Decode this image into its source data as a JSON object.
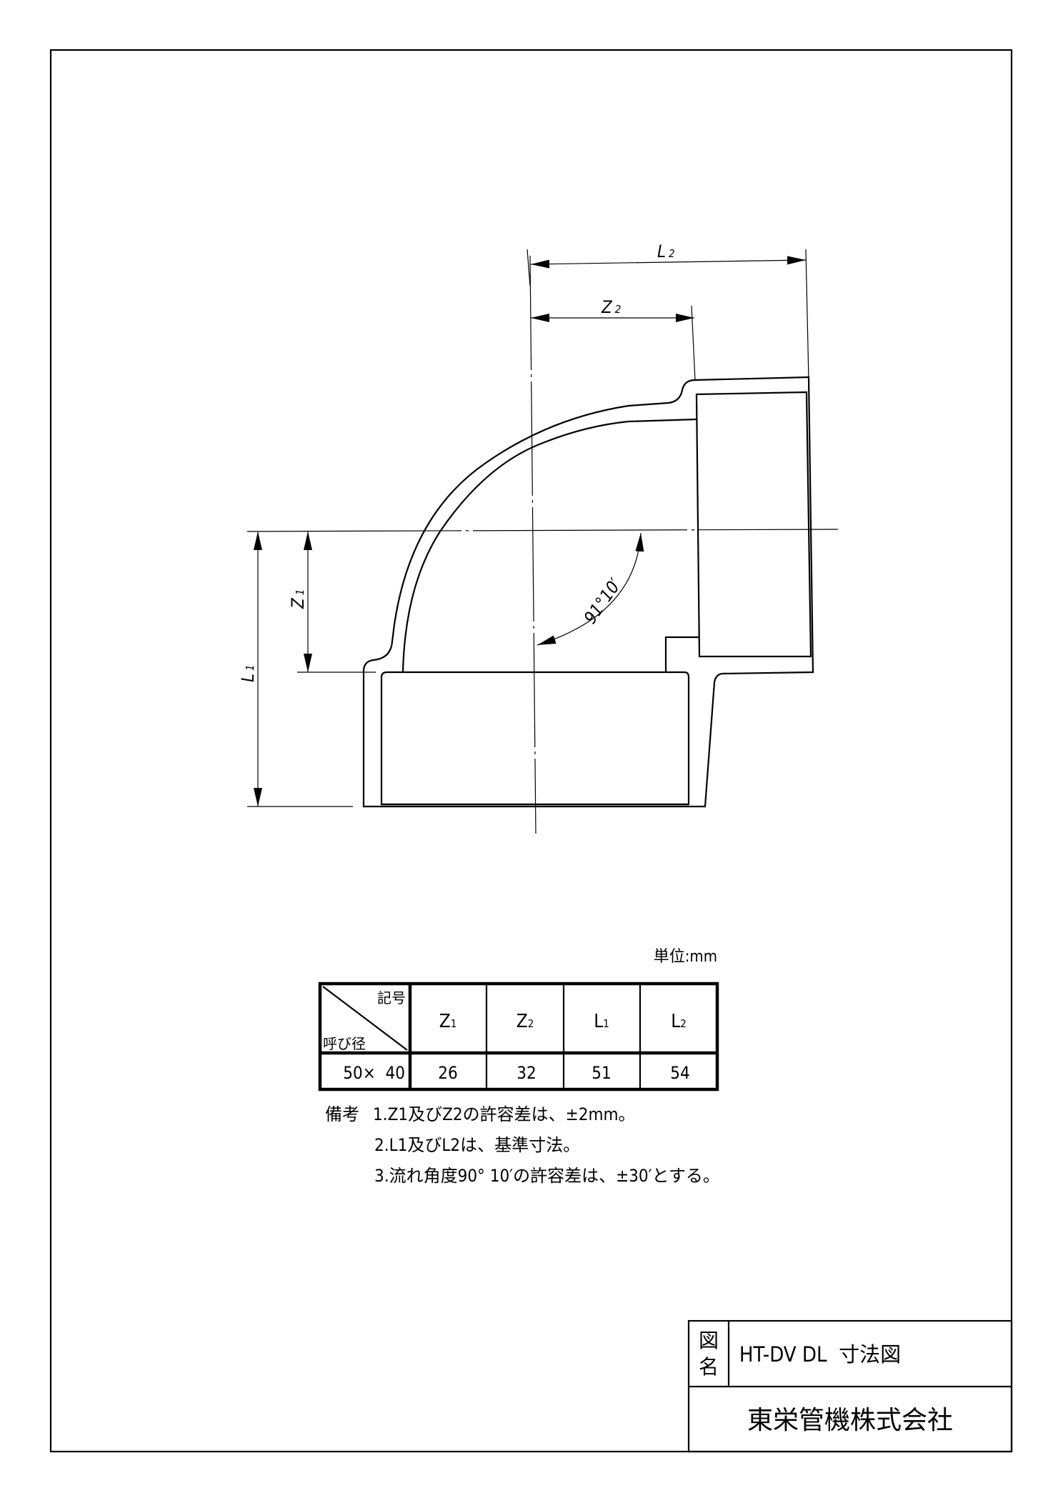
{
  "drawing": {
    "dims": {
      "L2": "L",
      "L2_sub": "2",
      "Z2": "Z",
      "Z2_sub": "2",
      "L1": "L",
      "L1_sub": "1",
      "Z1": "Z",
      "Z1_sub": "1",
      "angle": "91°10′"
    }
  },
  "table": {
    "unit": "単位:mm",
    "corner_top": "記号",
    "corner_bottom": "呼び径",
    "headers": [
      {
        "main": "Z",
        "sub": "1"
      },
      {
        "main": "Z",
        "sub": "2"
      },
      {
        "main": "L",
        "sub": "1"
      },
      {
        "main": "L",
        "sub": "2"
      }
    ],
    "rows": [
      {
        "size": "50×  40",
        "values": [
          "26",
          "32",
          "51",
          "54"
        ]
      }
    ]
  },
  "notes": {
    "label": "備考",
    "items": [
      "1.Z1及びZ2の許容差は、±2mm。",
      "2.L1及びL2は、基準寸法。",
      "3.流れ角度90° 10′の許容差は、±30′とする。"
    ]
  },
  "title_block": {
    "name_label_1": "図",
    "name_label_2": "名",
    "drawing_name": "HT-DV DL  寸法図",
    "company": "東栄管機株式会社"
  }
}
